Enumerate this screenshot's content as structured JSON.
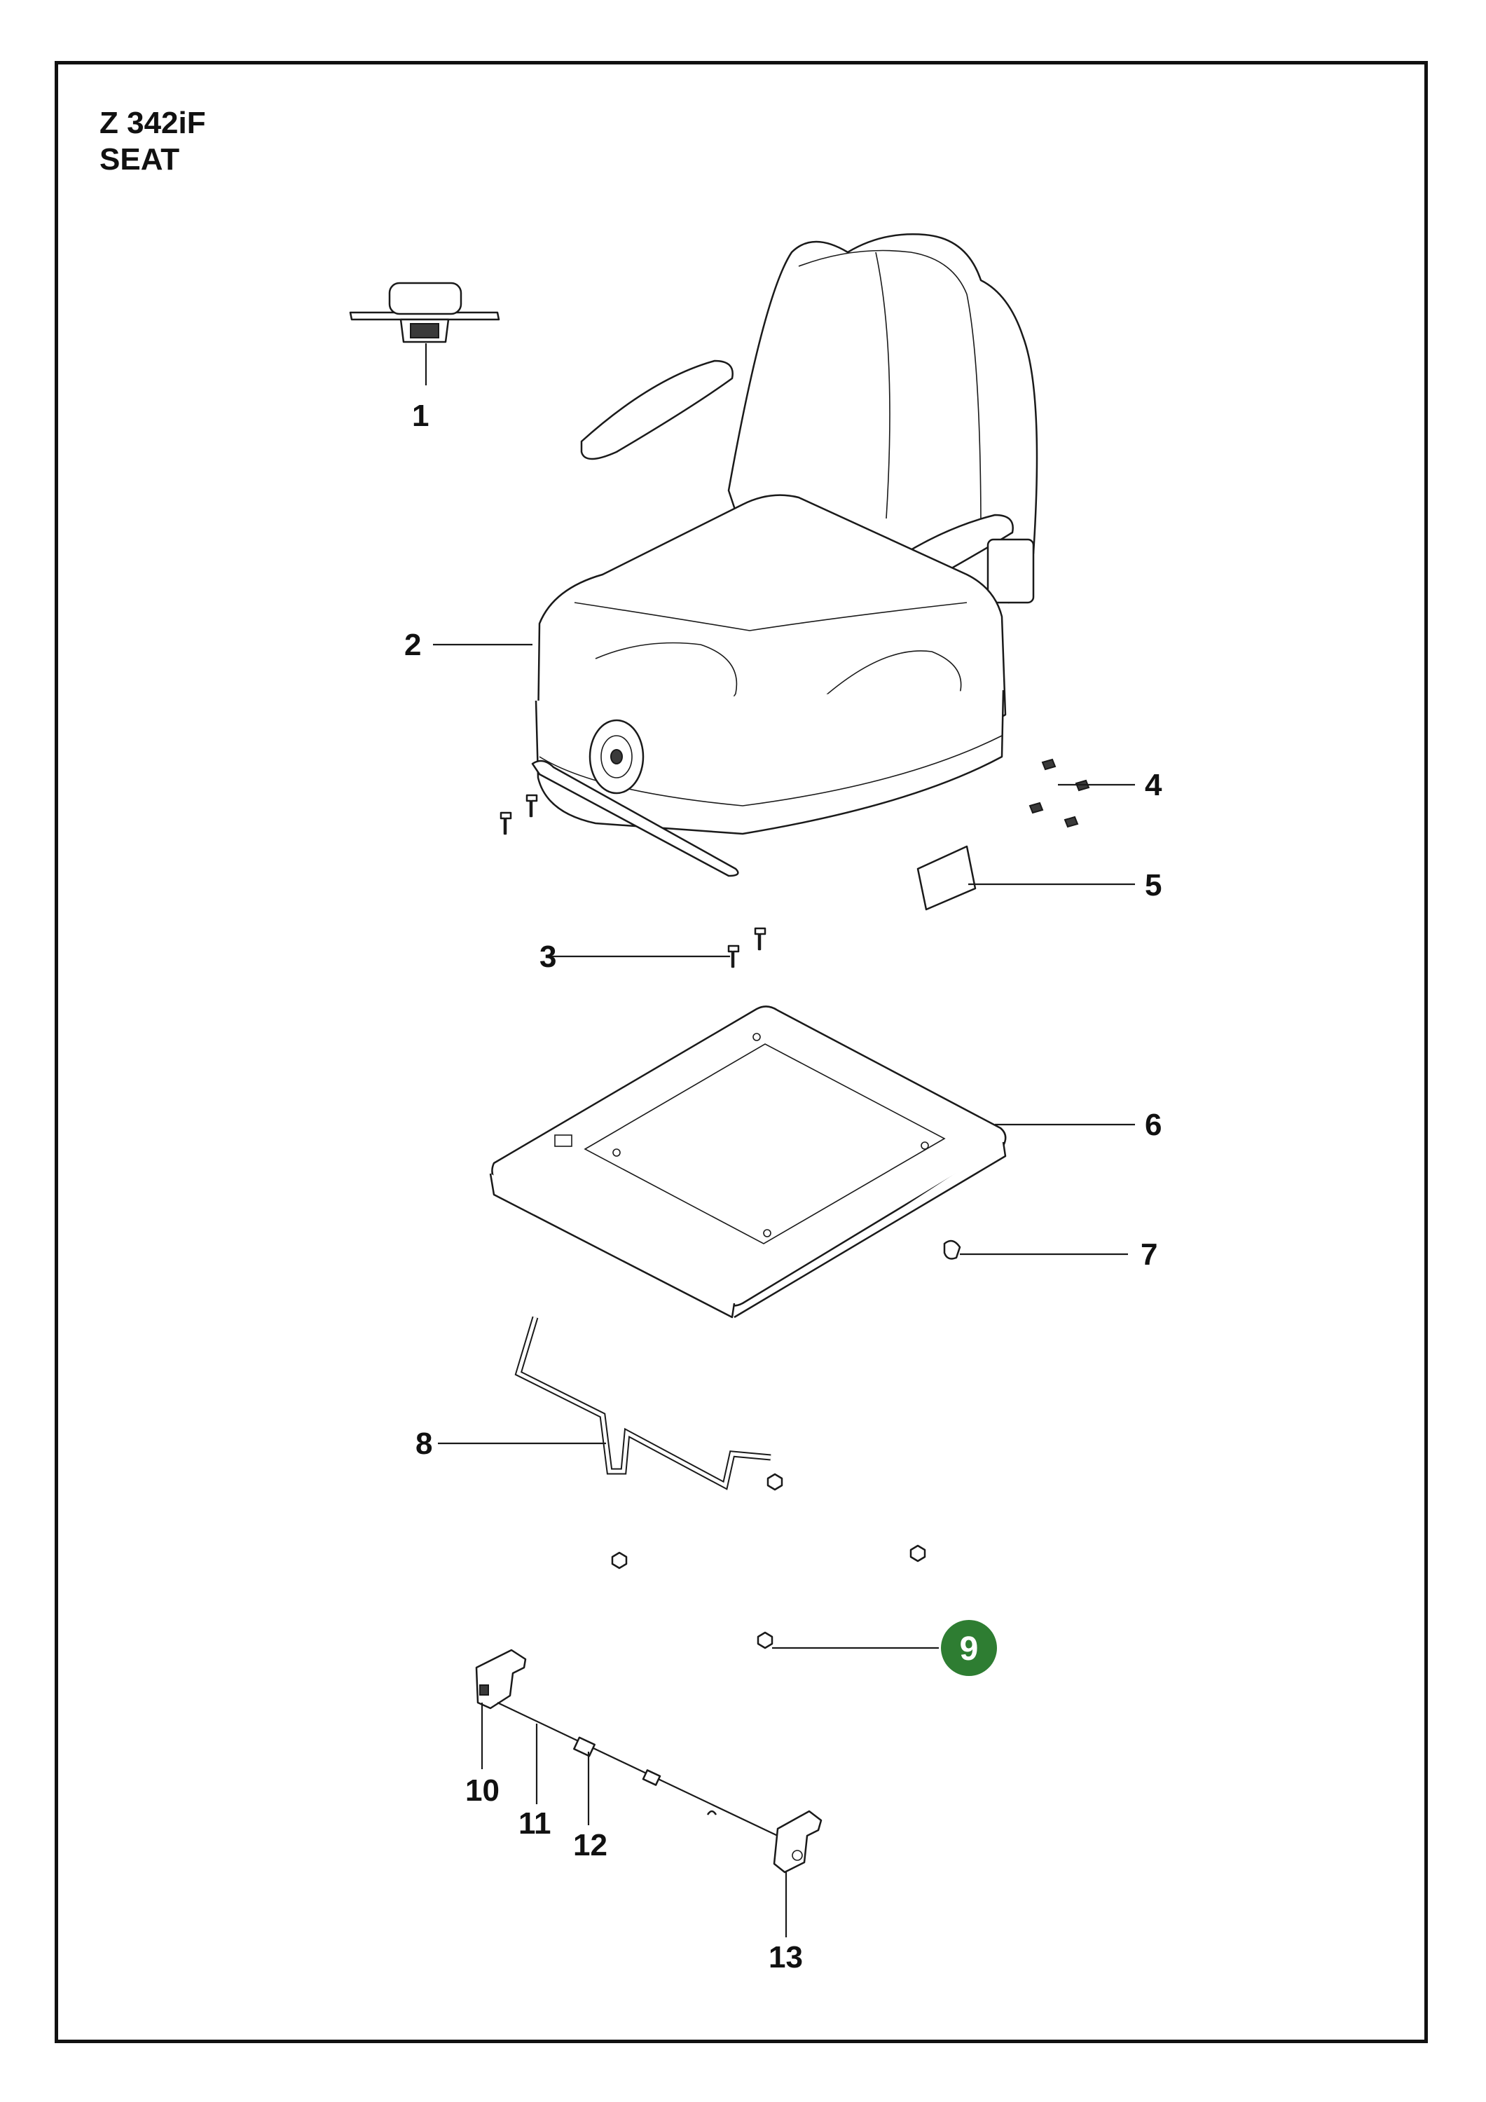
{
  "header": {
    "model": "Z 342iF",
    "section": "SEAT"
  },
  "callouts": [
    {
      "id": "1",
      "label": "1"
    },
    {
      "id": "2",
      "label": "2"
    },
    {
      "id": "3",
      "label": "3"
    },
    {
      "id": "4",
      "label": "4"
    },
    {
      "id": "5",
      "label": "5"
    },
    {
      "id": "6",
      "label": "6"
    },
    {
      "id": "7",
      "label": "7"
    },
    {
      "id": "8",
      "label": "8"
    },
    {
      "id": "9",
      "label": "9",
      "highlighted": true
    },
    {
      "id": "10",
      "label": "10"
    },
    {
      "id": "11",
      "label": "11"
    },
    {
      "id": "12",
      "label": "12"
    },
    {
      "id": "13",
      "label": "13"
    }
  ],
  "colors": {
    "highlight": "#2e7d32",
    "line": "#1a1a1a",
    "border": "#111111"
  }
}
